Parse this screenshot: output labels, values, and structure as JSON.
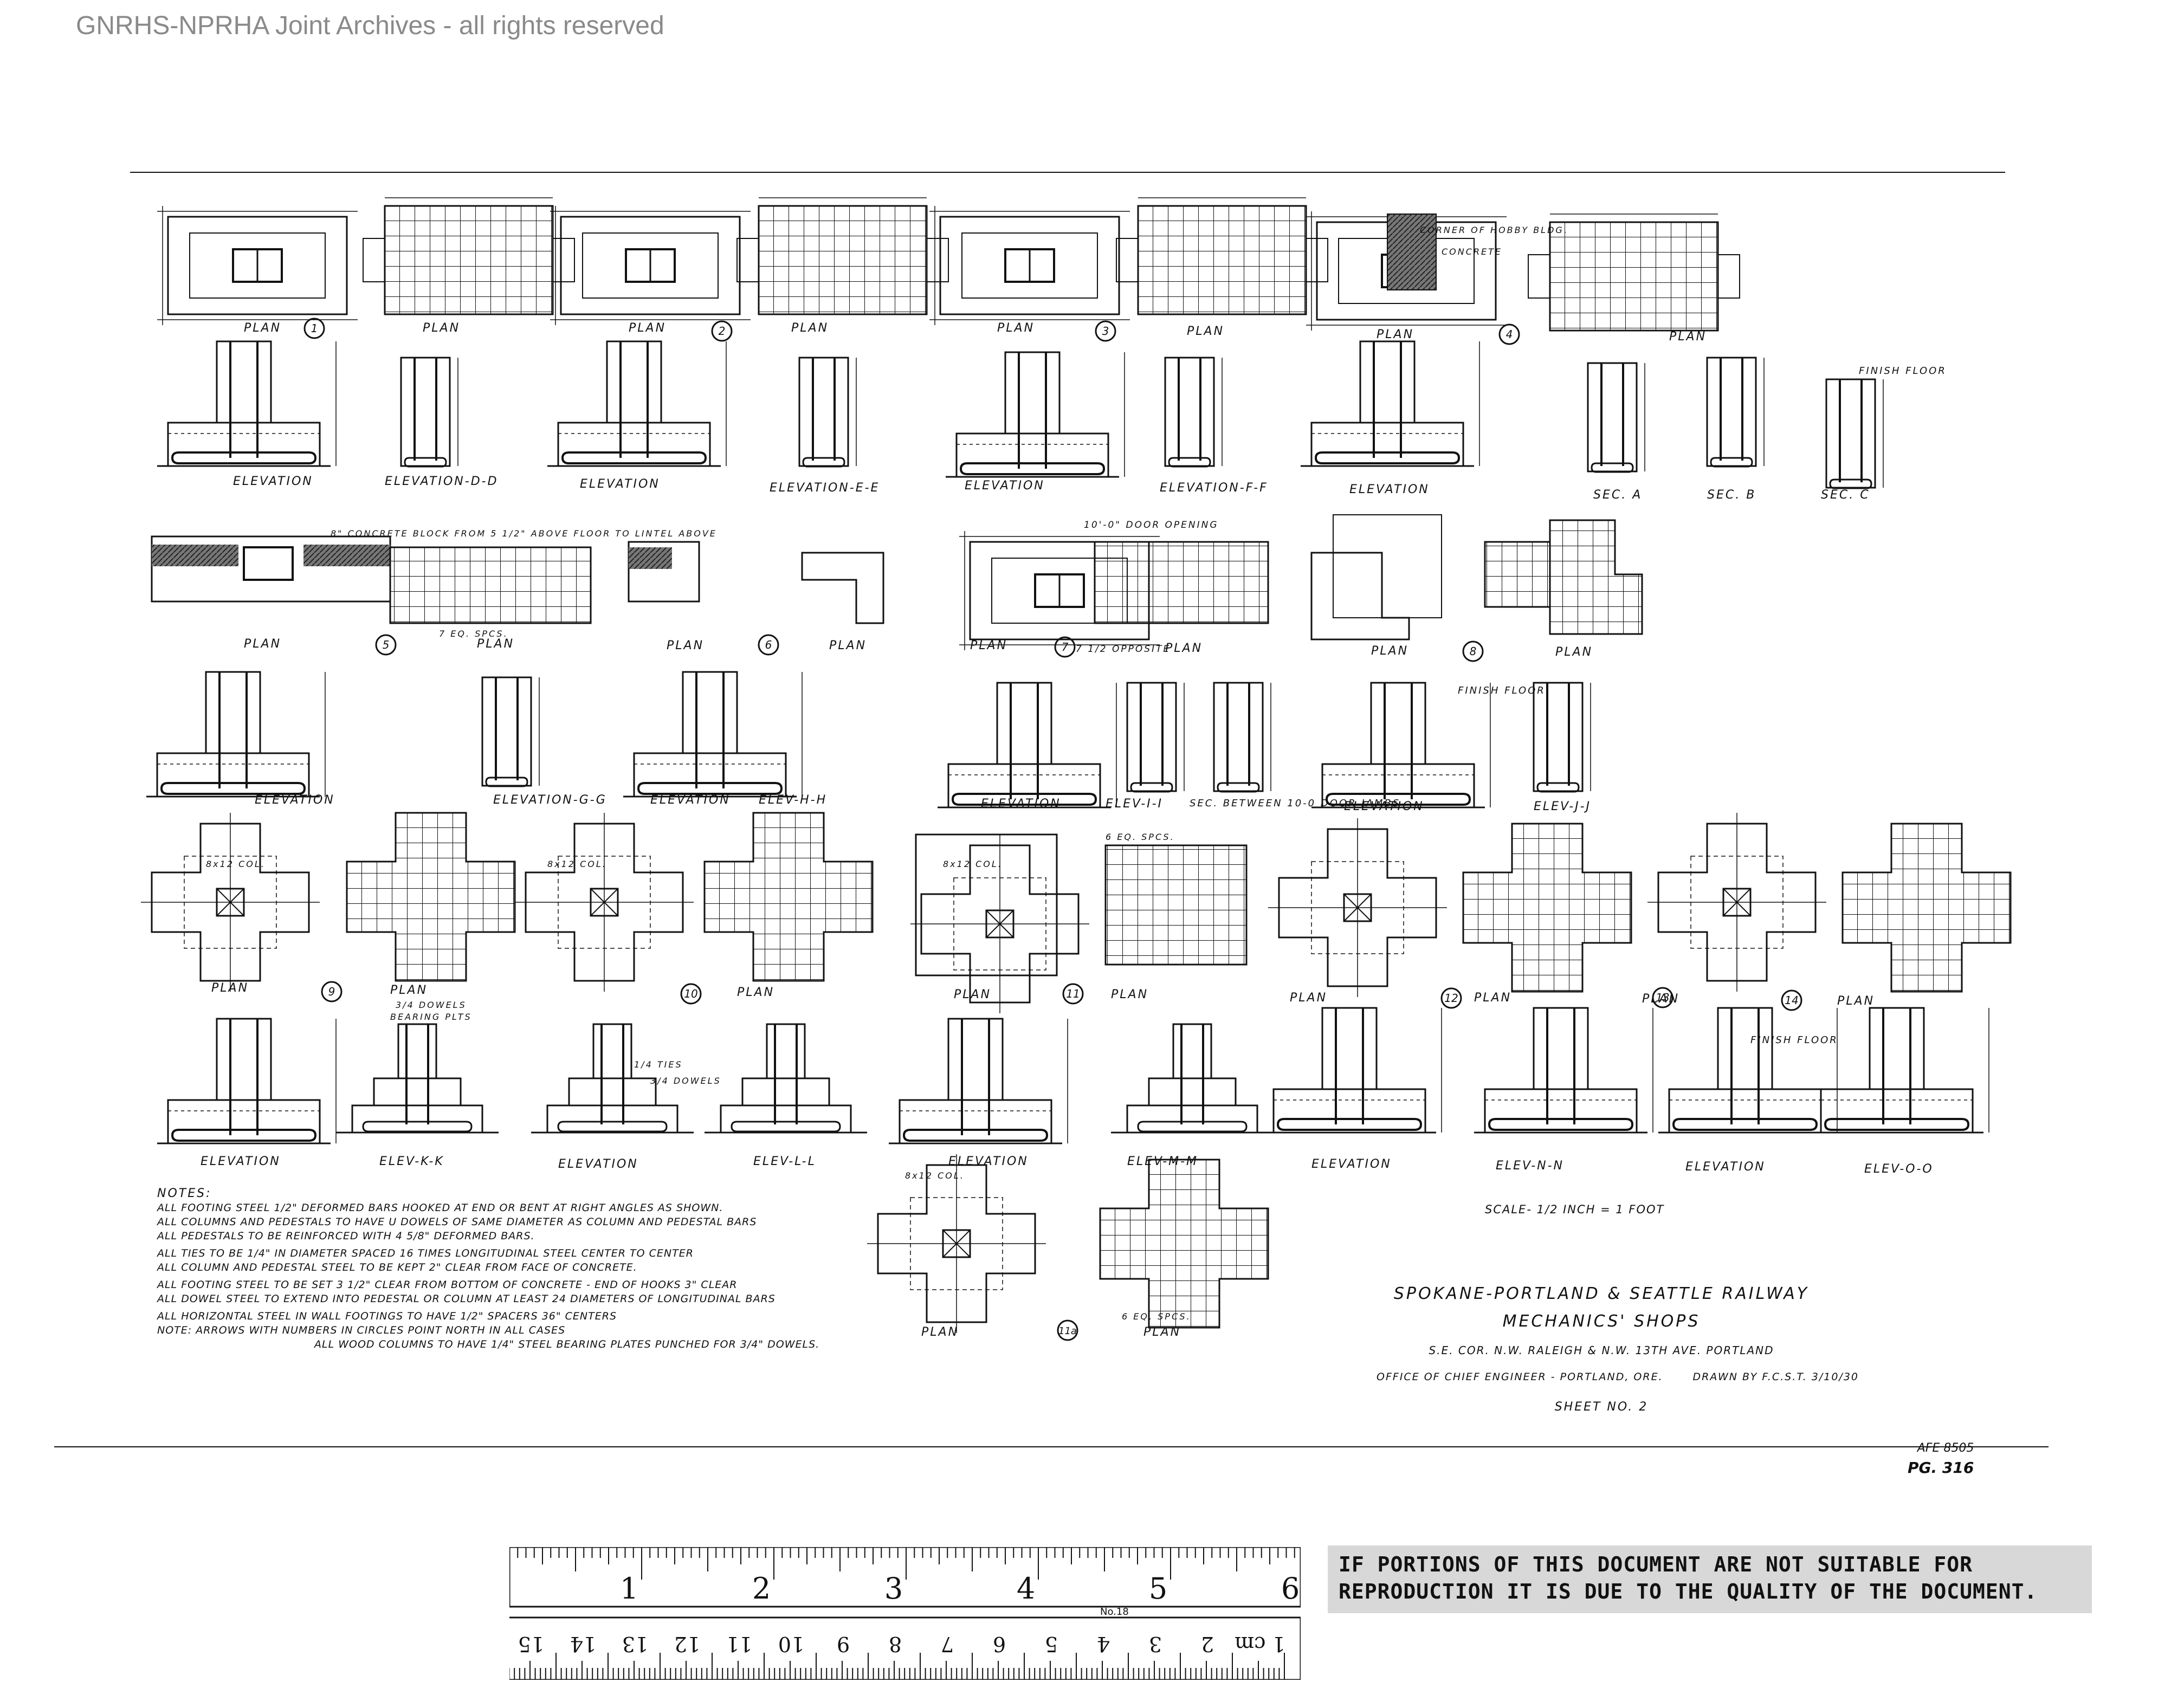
{
  "watermark": "GNRHS-NPRHA Joint Archives - all rights reserved",
  "labels": {
    "plan": "PLAN",
    "elevation": "ELEVATION",
    "elev_dd": "ELEVATION-D-D",
    "elev_ee": "ELEVATION-E-E",
    "elev_ff": "ELEVATION-F-F",
    "elev_gg": "ELEVATION-G-G",
    "elev_hh": "ELEV-H-H",
    "elev_ii": "ELEV-I-I",
    "elev_jj": "ELEV-J-J",
    "elev_kk": "ELEV-K-K",
    "elev_ll": "ELEV-L-L",
    "elev_mm": "ELEV-M-M",
    "elev_nn": "ELEV-N-N",
    "elev_oo": "ELEV-O-O",
    "sec_a": "SEC. A",
    "sec_b": "SEC. B",
    "sec_c": "SEC. C",
    "finish_floor": "FINISH FLOOR",
    "door_opening": "10'-0\" DOOR OPENING",
    "concrete_block": "8\" CONCRETE BLOCK FROM 5 1/2\" ABOVE FLOOR TO LINTEL ABOVE",
    "opposite": "7 1/2 OPPOSITE",
    "sec_between": "SEC. BETWEEN 10-0 DOOR JAMBS",
    "corner_hobby": "CORNER OF HOBBY BLDG.",
    "concrete": "CONCRETE",
    "col": "8x12 COL.",
    "dowels": "3/4 DOWELS",
    "ties": "1/4 TIES",
    "bearing_plates": "BEARING PLTS",
    "spcs7": "7 EQ. SPCS.",
    "spcs6": "6 EQ. SPCS."
  },
  "circles": [
    "1",
    "2",
    "3",
    "4",
    "5",
    "6",
    "7",
    "8",
    "9",
    "10",
    "11",
    "12",
    "13",
    "14"
  ],
  "notes": {
    "heading": "NOTES:",
    "lines": [
      "ALL FOOTING STEEL 1/2\" DEFORMED BARS HOOKED AT END OR BENT AT RIGHT ANGLES AS SHOWN.",
      "ALL COLUMNS AND PEDESTALS TO HAVE U DOWELS OF SAME DIAMETER AS COLUMN AND PEDESTAL BARS",
      "ALL PEDESTALS TO BE REINFORCED WITH 4 5/8\" DEFORMED BARS.",
      "ALL TIES TO BE 1/4\" IN DIAMETER SPACED 16 TIMES LONGITUDINAL STEEL CENTER TO CENTER",
      "ALL COLUMN AND PEDESTAL STEEL TO BE KEPT 2\" CLEAR FROM FACE OF CONCRETE.",
      "ALL FOOTING STEEL TO BE SET 3 1/2\" CLEAR FROM BOTTOM OF CONCRETE - END OF HOOKS 3\" CLEAR",
      "ALL DOWEL STEEL TO EXTEND INTO PEDESTAL OR COLUMN AT LEAST 24 DIAMETERS OF LONGITUDINAL BARS",
      "ALL HORIZONTAL STEEL IN WALL FOOTINGS TO HAVE 1/2\" SPACERS 36\" CENTERS",
      "NOTE: ARROWS WITH NUMBERS IN CIRCLES POINT NORTH IN ALL CASES",
      "ALL WOOD COLUMNS TO HAVE 1/4\" STEEL BEARING PLATES PUNCHED FOR 3/4\" DOWELS."
    ]
  },
  "scale": "SCALE- 1/2 INCH = 1 FOOT",
  "title_block": {
    "railway": "SPOKANE-PORTLAND & SEATTLE RAILWAY",
    "shops": "MECHANICS' SHOPS",
    "location": "S.E. COR. N.W. RALEIGH & N.W. 13TH AVE. PORTLAND",
    "office": "OFFICE OF CHIEF ENGINEER - PORTLAND, ORE.",
    "drawn_by": "DRAWN BY F.C.S.T. 3/10/30",
    "sheet_no": "SHEET NO. 2"
  },
  "afe": "AFE 8505",
  "page_ref": "PG. 316",
  "ruler": {
    "inches": [
      "1",
      "2",
      "3",
      "4",
      "5",
      "6"
    ],
    "cm": [
      "1 cm",
      "2",
      "3",
      "4",
      "5",
      "6",
      "7",
      "8",
      "9",
      "10",
      "11",
      "12",
      "13",
      "14",
      "15"
    ],
    "model": "No.18"
  },
  "disclaimer": "IF PORTIONS OF THIS DOCUMENT ARE NOT SUITABLE FOR REPRODUCTION IT IS DUE TO THE QUALITY OF THE DOCUMENT."
}
